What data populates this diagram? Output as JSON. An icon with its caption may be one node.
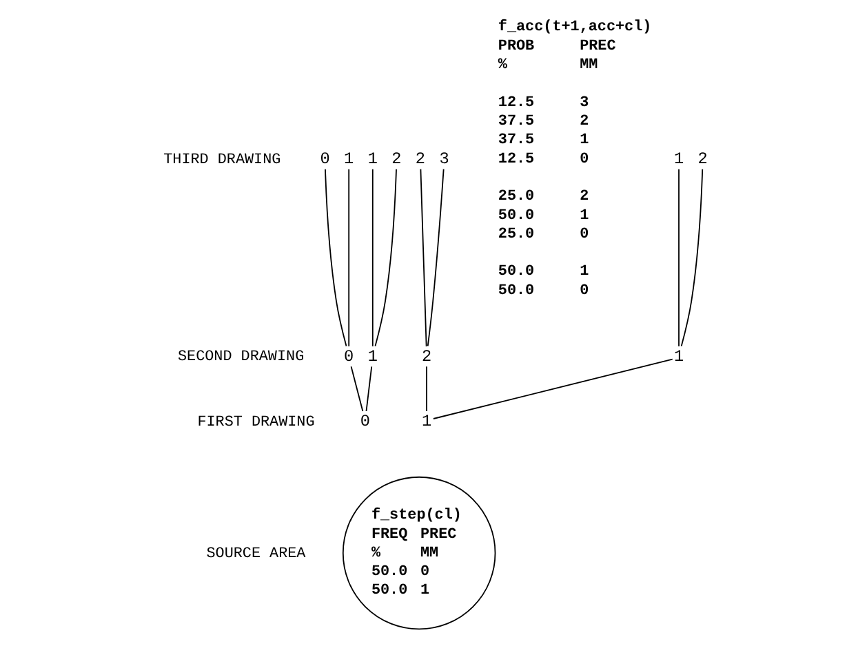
{
  "diagram": {
    "nodes": [
      {
        "text": [
          "0"
        ]
      },
      {
        "text": [
          "1"
        ]
      },
      {
        "text": [
          "1"
        ]
      },
      {
        "text": [
          "2"
        ]
      },
      {
        "text": [
          "1"
        ]
      },
      {
        "text": [
          "2"
        ]
      },
      {
        "text": [
          "2"
        ]
      },
      {
        "text": [
          "3"
        ]
      },
      {
        "text": [
          "0"
        ]
      },
      {
        "text": [
          "1"
        ]
      },
      {
        "text": [
          "1"
        ]
      },
      {
        "text": [
          "2"
        ]
      },
      {
        "text": [
          "0"
        ]
      },
      {
        "text": [
          "1"
        ]
      },
      {
        "text": [
          "f_step(cl)",
          "FREQ",
          "PREC",
          "%",
          "MM",
          "50.0",
          "0",
          "50.0",
          "1"
        ]
      }
    ],
    "edges": [
      {
        "from": 12,
        "to": 8,
        "arrow": "none"
      },
      {
        "from": 12,
        "to": 9,
        "arrow": "none"
      },
      {
        "from": 13,
        "to": 10,
        "arrow": "none"
      },
      {
        "from": 13,
        "to": 11,
        "arrow": "none"
      },
      {
        "from": 8,
        "to": 0,
        "arrow": "none"
      },
      {
        "from": 8,
        "to": 1,
        "arrow": "none"
      },
      {
        "from": 9,
        "to": 2,
        "arrow": "none"
      },
      {
        "from": 9,
        "to": 3,
        "arrow": "none"
      },
      {
        "from": 10,
        "to": 4,
        "arrow": "none"
      },
      {
        "from": 10,
        "to": 5,
        "arrow": "none"
      },
      {
        "from": 11,
        "to": 6,
        "arrow": "none"
      },
      {
        "from": 11,
        "to": 7,
        "arrow": "none"
      }
    ],
    "labels": [
      "f_acc(t+1,acc+cl)",
      "PROB",
      "PREC",
      "%",
      "MM",
      "12.5",
      "3",
      "37.5",
      "2",
      "37.5",
      "1",
      "12.5",
      "0",
      "25.0",
      "2",
      "50.0",
      "1",
      "25.0",
      "0",
      "50.0",
      "1",
      "50.0",
      "0",
      "THIRD DRAWING",
      "SECOND DRAWING",
      "FIRST DRAWING",
      "SOURCE AREA"
    ]
  }
}
